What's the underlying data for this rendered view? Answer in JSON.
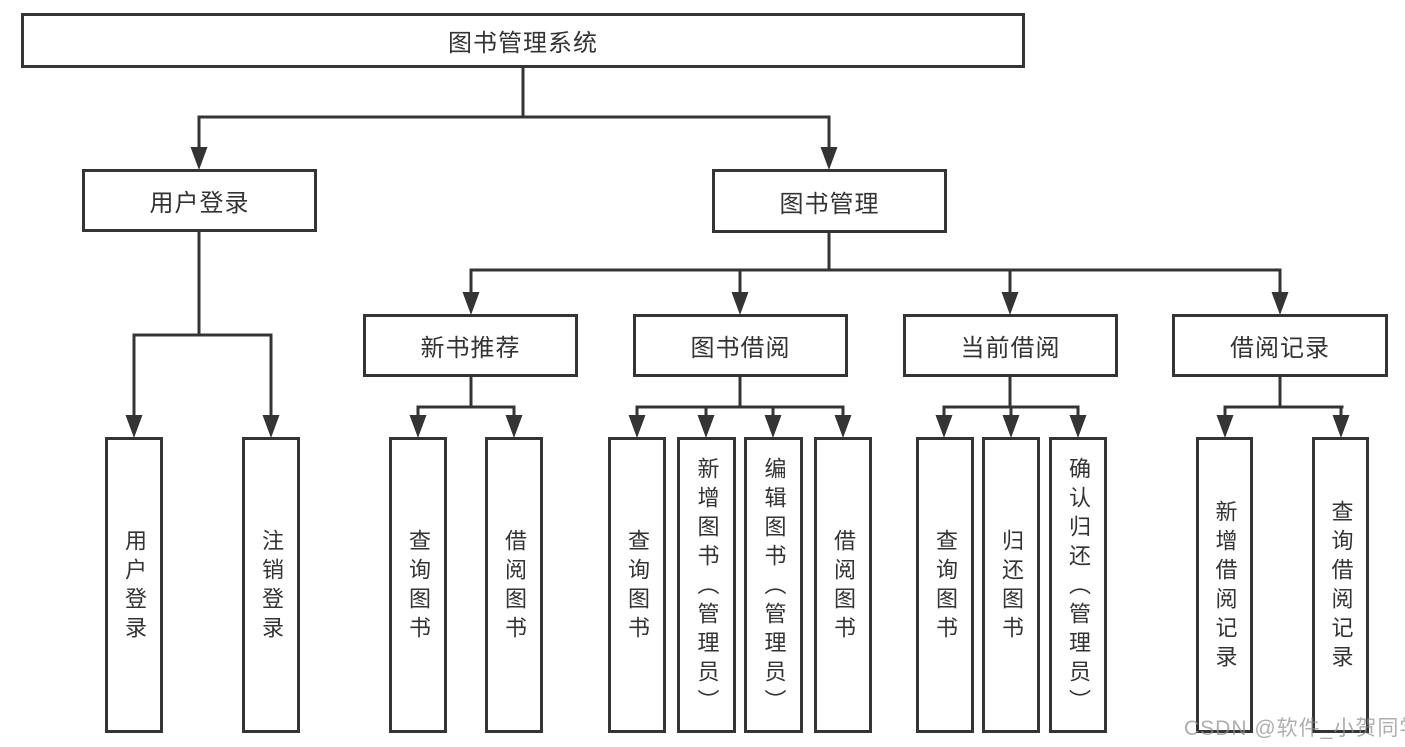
{
  "tree": {
    "label": "图书管理系统",
    "children": [
      {
        "label": "用户登录",
        "children": [
          {
            "label": "用户登录"
          },
          {
            "label": "注销登录"
          }
        ]
      },
      {
        "label": "图书管理",
        "children": [
          {
            "label": "新书推荐",
            "children": [
              {
                "label": "查询图书"
              },
              {
                "label": "借阅图书"
              }
            ]
          },
          {
            "label": "图书借阅",
            "children": [
              {
                "label": "查询图书"
              },
              {
                "label": "新增图书（管理员）"
              },
              {
                "label": "编辑图书（管理员）"
              },
              {
                "label": "借阅图书"
              }
            ]
          },
          {
            "label": "当前借阅",
            "children": [
              {
                "label": "查询图书"
              },
              {
                "label": "归还图书"
              },
              {
                "label": "确认归还（管理员）"
              }
            ]
          },
          {
            "label": "借阅记录",
            "children": [
              {
                "label": "新增借阅记录"
              },
              {
                "label": "查询借阅记录"
              }
            ]
          }
        ]
      }
    ]
  },
  "watermark": {
    "text": "CSDN @软件_小贺同学"
  },
  "colors": {
    "line": "#343434",
    "text": "#333333",
    "watermark": "#8f8f8f",
    "background": "#ffffff"
  }
}
